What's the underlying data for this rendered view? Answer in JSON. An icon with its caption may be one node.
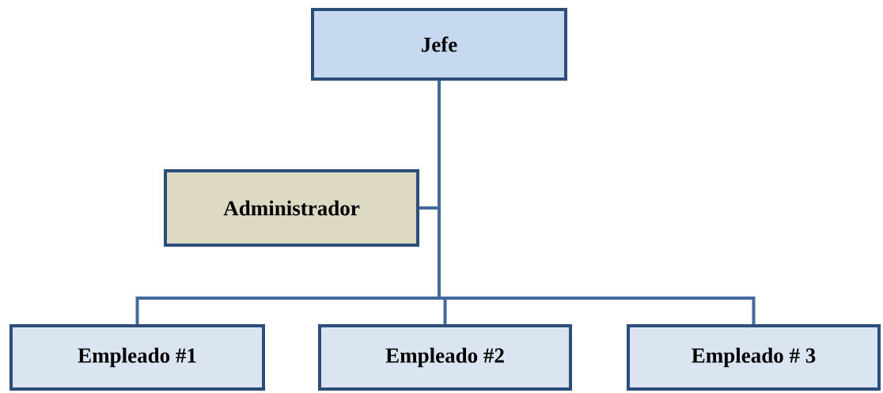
{
  "diagram": {
    "nodes": [
      {
        "text": [
          "Jefe"
        ]
      },
      {
        "text": [
          "Administrador"
        ]
      },
      {
        "text": [
          "Empleado #1"
        ]
      },
      {
        "text": [
          "Empleado #2"
        ]
      },
      {
        "text": [
          "Empleado # 3"
        ]
      }
    ],
    "edges": [
      {
        "from": 0,
        "to": 1,
        "arrow": "none"
      },
      {
        "from": 0,
        "to": 2,
        "arrow": "none"
      },
      {
        "from": 0,
        "to": 3,
        "arrow": "none"
      },
      {
        "from": 0,
        "to": 4,
        "arrow": "none"
      }
    ]
  }
}
